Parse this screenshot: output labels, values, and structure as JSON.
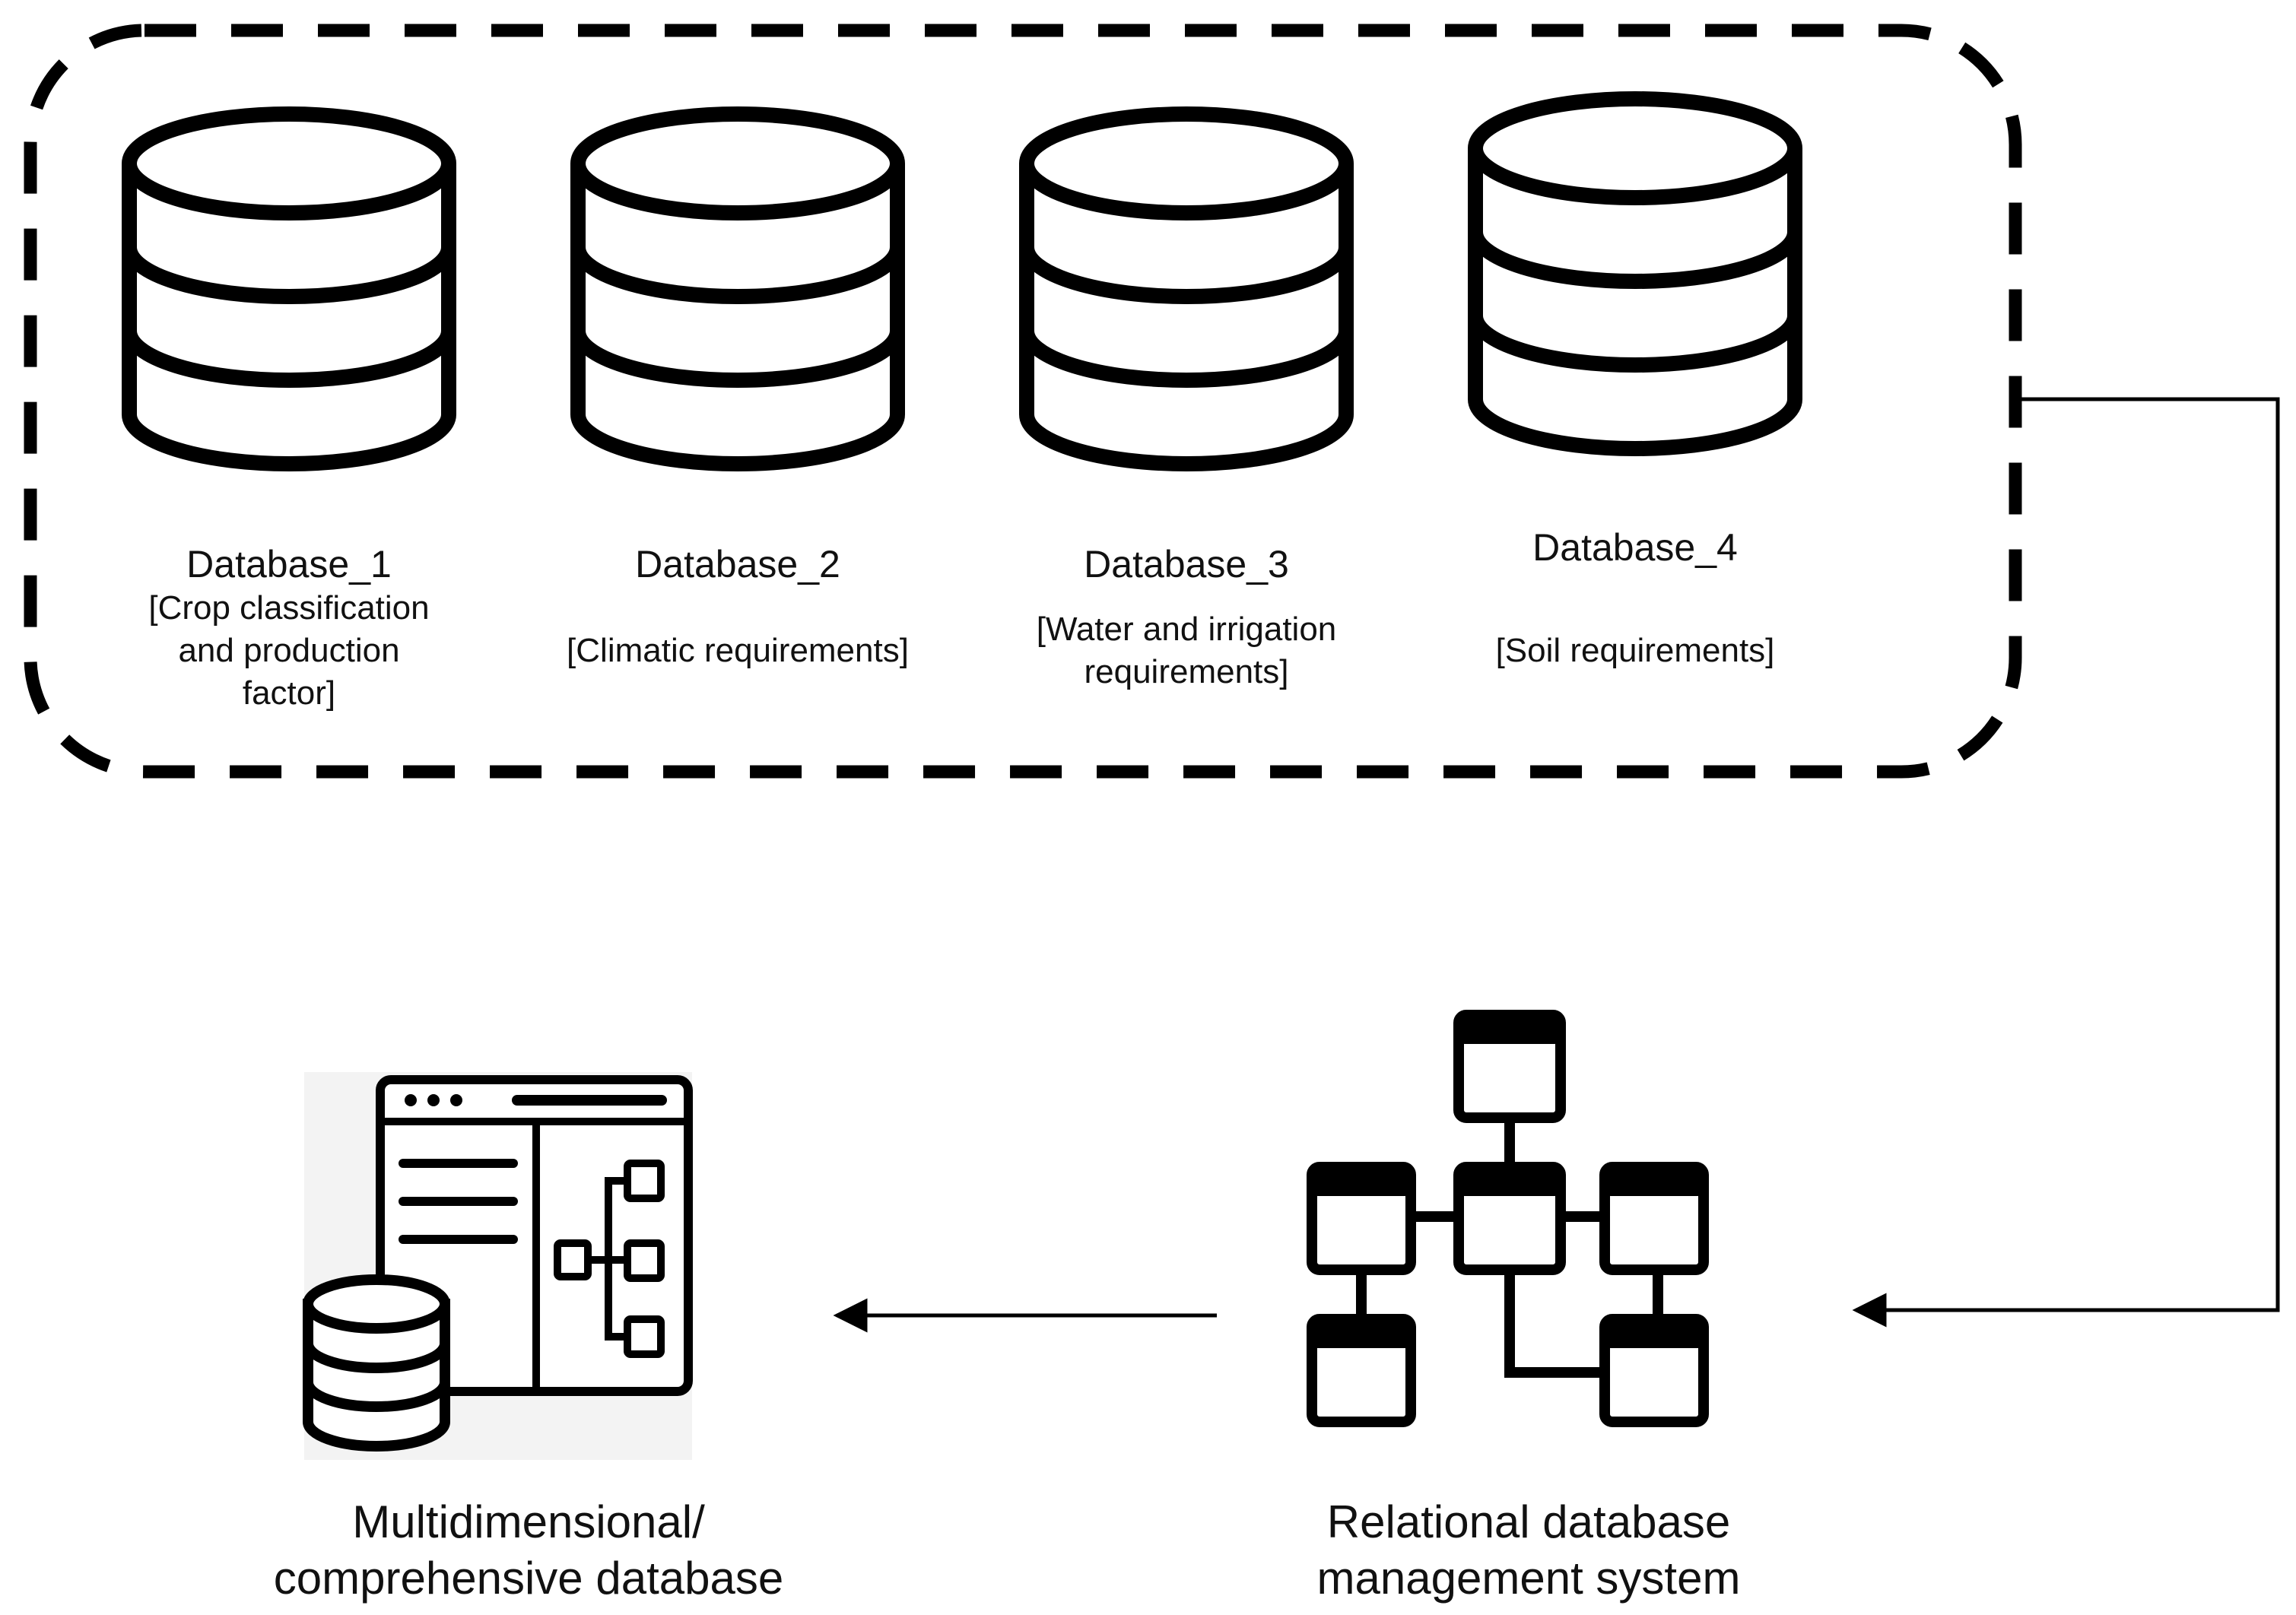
{
  "databases": [
    {
      "name": "Database_1",
      "desc_lines": [
        "[Crop classification",
        "and production",
        "factor]"
      ]
    },
    {
      "name": "Database_2",
      "desc_lines": [
        "[Climatic requirements]"
      ]
    },
    {
      "name": "Database_3",
      "desc_lines": [
        "[Water and  irrigation",
        "requirements]"
      ]
    },
    {
      "name": "Database_4",
      "desc_lines": [
        "[Soil requirements]"
      ]
    }
  ],
  "rdbms": {
    "lines": [
      "Relational database",
      "management system"
    ]
  },
  "multidb": {
    "lines": [
      "Multidimensional/",
      "comprehensive database"
    ]
  },
  "icons": {
    "database": "database-cylinder-icon",
    "rdbms": "relational-schema-icon",
    "multidb": "data-dashboard-icon"
  },
  "colors": {
    "stroke": "#000000",
    "background": "#ffffff",
    "text": "#111111"
  }
}
